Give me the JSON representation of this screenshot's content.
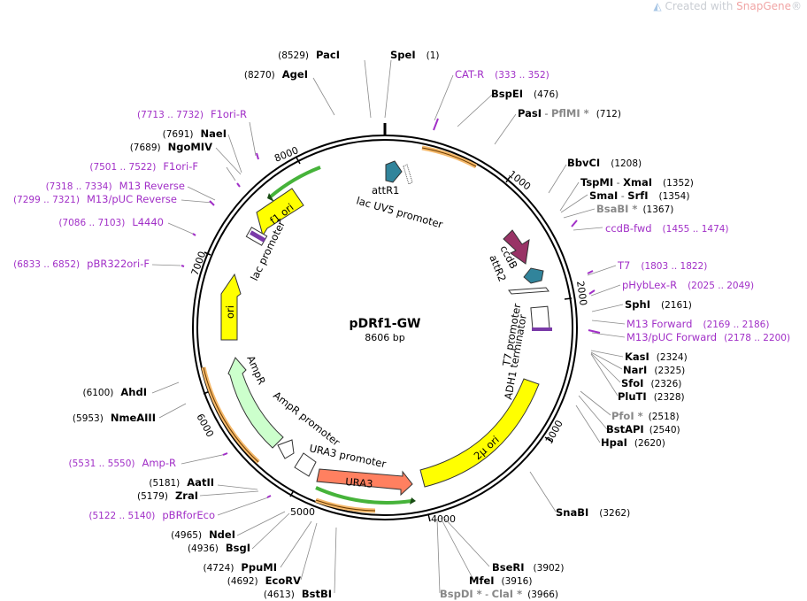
{
  "watermark": {
    "prefix": "Created with ",
    "brand": "SnapGene",
    "mark": "®"
  },
  "plasmid": {
    "name": "pDRf1-GW",
    "size": "8606 bp"
  },
  "ticks": [
    "1000",
    "2000",
    "3000",
    "4000",
    "5000",
    "6000",
    "7000",
    "8000"
  ],
  "features": {
    "f1ori": "f1 ori",
    "ori": "ori",
    "ampr": "AmpR",
    "ampr_promoter": "AmpR promoter",
    "ura3_promoter": "URA3 promoter",
    "ura3": "URA3",
    "two_mu": "2μ ori",
    "adh1": "ADH1 terminator",
    "t7_promoter": "T7 promoter",
    "attr2": "attR2",
    "ccdb": "ccdB",
    "attr1": "attR1",
    "lacuv5": "lac UV5 promoter",
    "lac": "lac promoter"
  },
  "sites": [
    {
      "pos": "(8529)",
      "name": "PacI"
    },
    {
      "name": "SpeI",
      "pos": "(1)"
    },
    {
      "name": "BspEI",
      "pos": "(476)"
    },
    {
      "name": "PasI",
      "sep": " - ",
      "name2": "PflMI *",
      "pos": "(712)"
    },
    {
      "name": "BbvCI",
      "pos": "(1208)"
    },
    {
      "name": "TspMI",
      "sep": " - ",
      "name2": "XmaI",
      "pos": "(1352)"
    },
    {
      "name": "SmaI",
      "sep": " - ",
      "name2": "SrfI",
      "pos": "(1354)"
    },
    {
      "name": "BsaBI *",
      "pos": "(1367)"
    },
    {
      "name": "SphI",
      "pos": "(2161)"
    },
    {
      "name": "KasI",
      "pos": "(2324)"
    },
    {
      "name": "NarI",
      "pos": "(2325)"
    },
    {
      "name": "SfoI",
      "pos": "(2326)"
    },
    {
      "name": "PluTI",
      "pos": "(2328)"
    },
    {
      "name": "PfoI *",
      "pos": "(2518)"
    },
    {
      "name": "BstAPI",
      "pos": "(2540)"
    },
    {
      "name": "HpaI",
      "pos": "(2620)"
    },
    {
      "name": "SnaBI",
      "pos": "(3262)"
    },
    {
      "name": "BseRI",
      "pos": "(3902)"
    },
    {
      "name": "MfeI",
      "pos": "(3916)"
    },
    {
      "name": "BspDI *",
      "sep": " - ",
      "name2": "ClaI *",
      "pos": "(3966)"
    },
    {
      "pos": "(8270)",
      "name": "AgeI"
    },
    {
      "pos": "(7691)",
      "name": "NaeI"
    },
    {
      "pos": "(7689)",
      "name": "NgoMIV"
    },
    {
      "pos": "(6100)",
      "name": "AhdI"
    },
    {
      "pos": "(5953)",
      "name": "NmeAIII"
    },
    {
      "pos": "(5181)",
      "name": "AatII"
    },
    {
      "pos": "(5179)",
      "name": "ZraI"
    },
    {
      "pos": "(4965)",
      "name": "NdeI"
    },
    {
      "pos": "(4936)",
      "name": "BsgI"
    },
    {
      "pos": "(4724)",
      "name": "PpuMI"
    },
    {
      "pos": "(4692)",
      "name": "EcoRV"
    },
    {
      "pos": "(4613)",
      "name": "BstBI"
    }
  ],
  "primers": [
    {
      "name": "CAT-R",
      "pos": "(333 .. 352)"
    },
    {
      "name": "ccdB-fwd",
      "pos": "(1455 .. 1474)"
    },
    {
      "name": "T7",
      "pos": "(1803 .. 1822)"
    },
    {
      "name": "pHybLex-R",
      "pos": "(2025 .. 2049)"
    },
    {
      "name": "M13 Forward",
      "pos": "(2169 .. 2186)"
    },
    {
      "name": "M13/pUC Forward",
      "pos": "(2178 .. 2200)"
    },
    {
      "pos": "(7713 .. 7732)",
      "name": "F1ori-R"
    },
    {
      "pos": "(7501 .. 7522)",
      "name": "F1ori-F"
    },
    {
      "pos": "(7318 .. 7334)",
      "name": "M13 Reverse"
    },
    {
      "pos": "(7299 .. 7321)",
      "name": "M13/pUC Reverse"
    },
    {
      "pos": "(7086 .. 7103)",
      "name": "L4440"
    },
    {
      "pos": "(6833 .. 6852)",
      "name": "pBR322ori-F"
    },
    {
      "pos": "(5531 .. 5550)",
      "name": "Amp-R"
    },
    {
      "pos": "(5122 .. 5140)",
      "name": "pBRforEco"
    }
  ],
  "colors": {
    "backbone": "#000000",
    "yellow": "#ffff00",
    "ampr": "#ccffcc",
    "ura3": "#ff8060",
    "ccdb": "#993366",
    "att": "#31849b",
    "promoter_line": "#f5b96b",
    "green_line": "#46b33a",
    "primer": "#a12fc7",
    "grey_site": "#888888"
  }
}
